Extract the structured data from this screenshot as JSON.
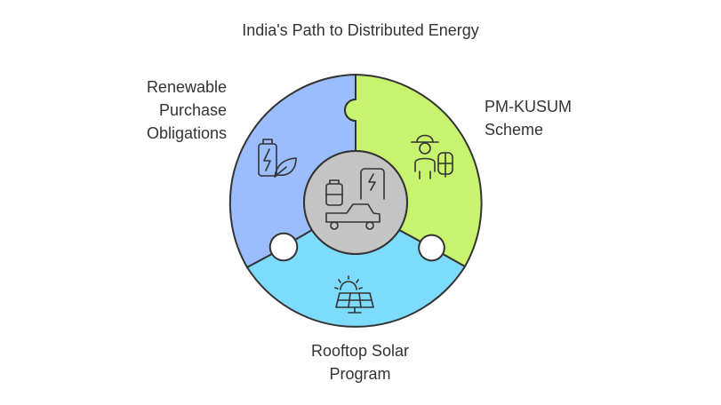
{
  "title": "India's Path to Distributed Energy",
  "segments": {
    "rpo": {
      "lines": [
        "Renewable",
        "Purchase",
        "Obligations"
      ],
      "color": "#9bbdfc",
      "icon": "battery-leaf-icon"
    },
    "kusum": {
      "lines": [
        "PM-KUSUM",
        "Scheme"
      ],
      "color": "#c8f36e",
      "icon": "farmer-icon"
    },
    "solar": {
      "lines": [
        "Rooftop Solar",
        "Program"
      ],
      "color": "#7ddcfc",
      "icon": "solar-panel-icon"
    }
  },
  "center": {
    "color": "#c4c4c4",
    "icon": "ev-charging-icon"
  }
}
